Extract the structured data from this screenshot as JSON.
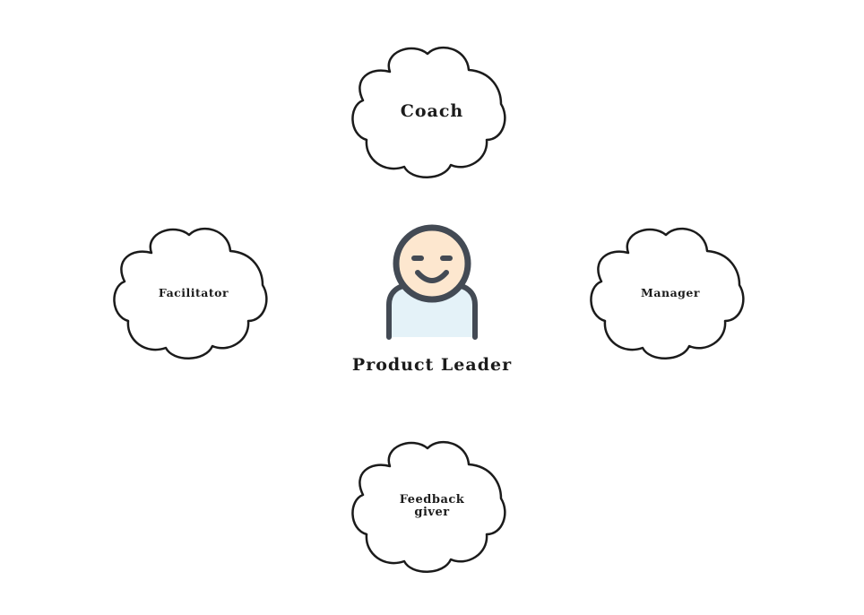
{
  "diagram": {
    "center": {
      "label": "Product Leader",
      "icon": "smiling-person-icon"
    },
    "roles": {
      "top": "Coach",
      "left": "Facilitator",
      "right": "Manager",
      "bottom": "Feedback\ngiver"
    },
    "colors": {
      "outline": "#1b1b1b",
      "person_outline": "#434a54",
      "face": "#fde7cf",
      "body": "#e4f2f8",
      "background": "#ffffff"
    }
  }
}
